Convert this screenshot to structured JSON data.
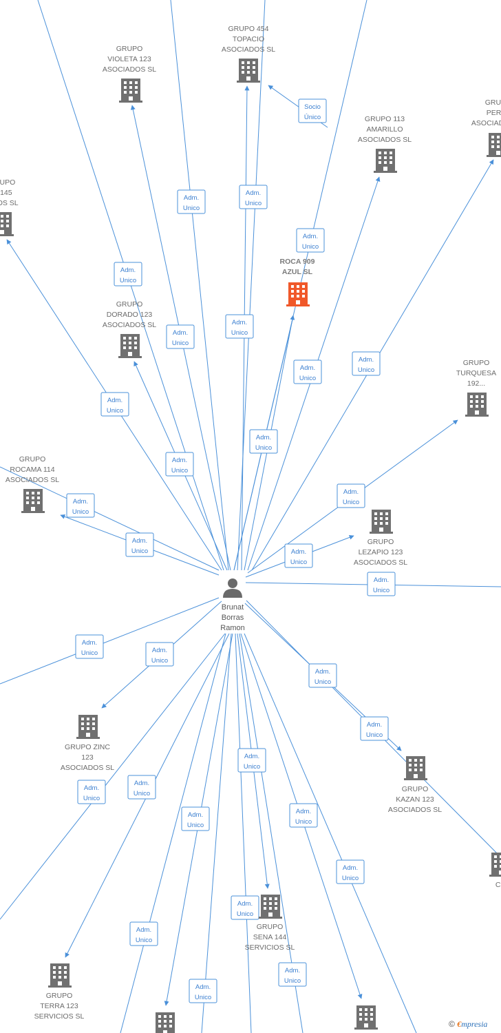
{
  "center": {
    "label": [
      "Brunat",
      "Borras",
      "Ramon"
    ]
  },
  "relation_default": [
    "Adm.",
    "Unico"
  ],
  "colors": {
    "edge": "#4a90d9",
    "building": "#707070",
    "highlight": "#f0582a",
    "person": "#6a6a6a"
  },
  "companies": [
    {
      "label": [
        "GRUPO 454",
        "TOPACIO",
        "ASOCIADOS SL"
      ],
      "highlight": false
    },
    {
      "label": [
        "GRUPO",
        "VIOLETA 123",
        "ASOCIADOS SL"
      ],
      "highlight": false
    },
    {
      "label": [
        "GRUPO 113",
        "AMARILLO",
        "ASOCIADOS SL"
      ],
      "highlight": false
    },
    {
      "label": [
        "GRUPO",
        "PERLA",
        "ASOCIADOS SL"
      ],
      "highlight": false
    },
    {
      "label": [
        "GRUPO",
        "... 145",
        "...DOS SL"
      ],
      "highlight": false
    },
    {
      "label": [
        "ROCA 909",
        "AZUL SL"
      ],
      "highlight": true
    },
    {
      "label": [
        "GRUPO",
        "DORADO 123",
        "ASOCIADOS SL"
      ],
      "highlight": false
    },
    {
      "label": [
        "GRUPO",
        "TURQUESA",
        "192..."
      ],
      "highlight": false
    },
    {
      "label": [
        "GRUPO",
        "ROCAMA 114",
        "ASOCIADOS SL"
      ],
      "highlight": false
    },
    {
      "label": [
        "GRUPO",
        "LEZAPIO 123",
        "ASOCIADOS SL"
      ],
      "highlight": false
    },
    {
      "label": [
        "GRUPO ZINC",
        "123",
        "ASOCIADOS SL"
      ],
      "highlight": false
    },
    {
      "label": [
        "GRUPO",
        "KAZAN 123",
        "ASOCIADOS SL"
      ],
      "highlight": false
    },
    {
      "label": [
        "GRUPO",
        "SENA 144",
        "SERVICIOS SL"
      ],
      "highlight": false
    },
    {
      "label": [
        "GRUPO",
        "TERRA 123",
        "SERVICIOS SL"
      ],
      "highlight": false
    },
    {
      "label": [],
      "highlight": false
    },
    {
      "label": [],
      "highlight": false
    },
    {
      "label": [
        "C..."
      ],
      "highlight": false
    }
  ],
  "relations": [
    {
      "text": [
        "Adm.",
        "Unico"
      ]
    },
    {
      "text": [
        "Adm.",
        "Unico"
      ]
    },
    {
      "text": [
        "Adm.",
        "Unico"
      ]
    },
    {
      "text": [
        "Adm.",
        "Unico"
      ]
    },
    {
      "text": [
        "Adm.",
        "Unico"
      ]
    },
    {
      "text": [
        "Adm.",
        "Unico"
      ]
    },
    {
      "text": [
        "Adm.",
        "Unico"
      ]
    },
    {
      "text": [
        "Adm.",
        "Unico"
      ]
    },
    {
      "text": [
        "Adm.",
        "Unico"
      ]
    },
    {
      "text": [
        "Adm.",
        "Unico"
      ]
    },
    {
      "text": [
        "Adm.",
        "Unico"
      ]
    },
    {
      "text": [
        "Adm.",
        "Unico"
      ]
    },
    {
      "text": [
        "Adm.",
        "Unico"
      ]
    },
    {
      "text": [
        "Adm.",
        "Unico"
      ]
    },
    {
      "text": [
        "Adm.",
        "Unico"
      ]
    },
    {
      "text": [
        "Adm.",
        "Unico"
      ]
    },
    {
      "text": [
        "Adm.",
        "Unico"
      ]
    },
    {
      "text": [
        "Adm.",
        "Unico"
      ]
    },
    {
      "text": [
        "Adm.",
        "Unico"
      ]
    },
    {
      "text": [
        "Adm.",
        "Unico"
      ]
    },
    {
      "text": [
        "Adm.",
        "Unico"
      ]
    },
    {
      "text": [
        "Adm.",
        "Unico"
      ]
    },
    {
      "text": [
        "Adm.",
        "Unico"
      ]
    },
    {
      "text": [
        "Adm.",
        "Unico"
      ]
    },
    {
      "text": [
        "Adm.",
        "Unico"
      ]
    },
    {
      "text": [
        "Adm.",
        "Unico"
      ]
    },
    {
      "text": [
        "Socio",
        "Único"
      ]
    }
  ],
  "footer": {
    "copyright": "©",
    "brand_e": "€",
    "brand_rest": "mpresia"
  }
}
